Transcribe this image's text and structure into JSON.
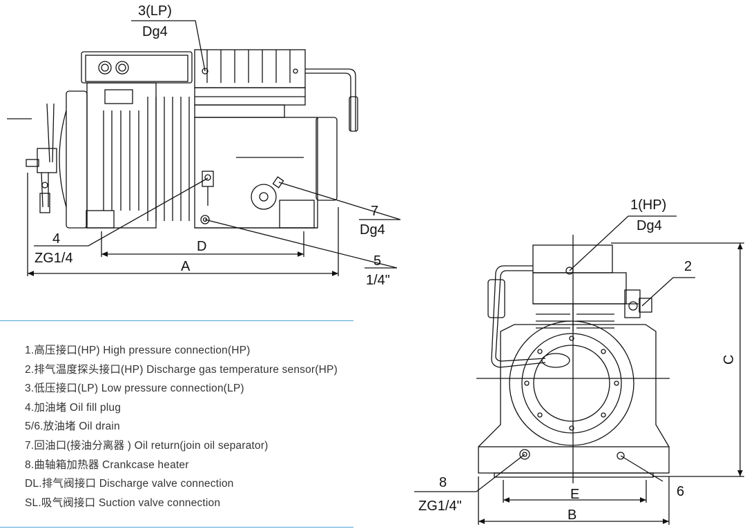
{
  "callouts": {
    "c3": {
      "num": "3(LP)",
      "size": "Dg4"
    },
    "c4": {
      "num": "4",
      "size": "ZG1/4"
    },
    "c5": {
      "num": "5",
      "size": "1/4\""
    },
    "c7": {
      "num": "7",
      "size": "Dg4"
    },
    "c1": {
      "num": "1(HP)",
      "size": "Dg4"
    },
    "c2": {
      "num": "2"
    },
    "c6": {
      "num": "6"
    },
    "c8": {
      "num": "8",
      "size": "ZG1/4\""
    }
  },
  "dimensions": {
    "A": "A",
    "B": "B",
    "C": "C",
    "D": "D",
    "E": "E"
  },
  "legend": [
    "1.高压接口(HP) High pressure connection(HP)",
    "2.排气温度探头接口(HP) Discharge gas temperature sensor(HP)",
    "3.低压接口(LP) Low pressure connection(LP)",
    "4.加油堵 Oil fill plug",
    "5/6.放油堵 Oil drain",
    "7.回油口(接油分离器 ) Oil return(join oil separator)",
    "8.曲轴箱加热器 Crankcase heater",
    "DL.排气阀接口 Discharge valve connection",
    "SL.吸气阀接口 Suction valve connection"
  ],
  "colors": {
    "separator": "#4aa3d8",
    "line": "#111111"
  }
}
